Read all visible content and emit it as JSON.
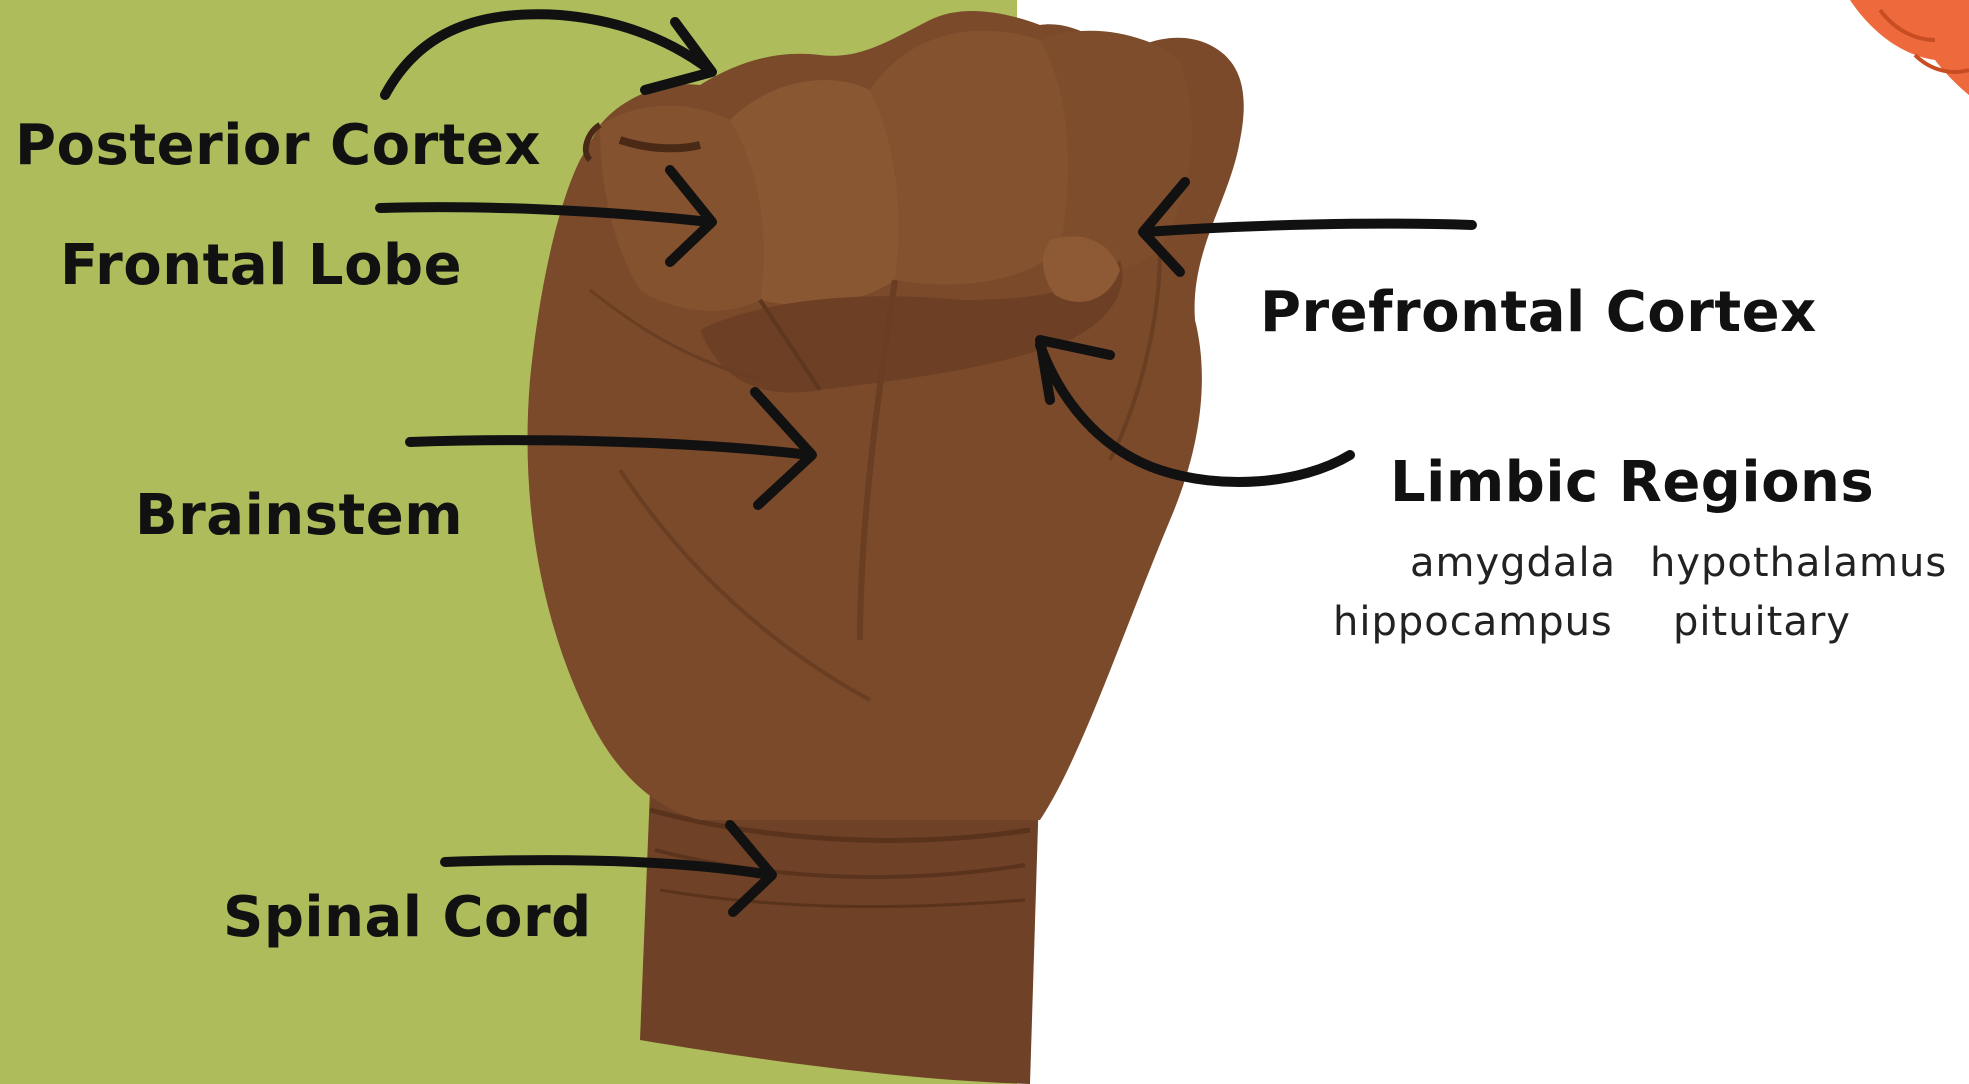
{
  "colors": {
    "background_left": "#aebc5c",
    "background_right": "#ffffff",
    "skin": "#7a4a2b",
    "skin_dark": "#5e371f",
    "skin_light": "#8c5a37",
    "arrow": "#111111",
    "brain_accent": "#ee6a3c"
  },
  "labels": {
    "posterior_cortex": "Posterior Cortex",
    "frontal_lobe": "Frontal Lobe",
    "brainstem": "Brainstem",
    "spinal_cord": "Spinal Cord",
    "prefrontal_cortex": "Prefrontal Cortex",
    "limbic_regions": "Limbic Regions"
  },
  "limbic_structures": {
    "amygdala": "amygdala",
    "hypothalamus": "hypothalamus",
    "hippocampus": "hippocampus",
    "pituitary": "pituitary"
  },
  "icons": [
    "fist-hand-icon",
    "brain-icon",
    "arrow-icon"
  ]
}
